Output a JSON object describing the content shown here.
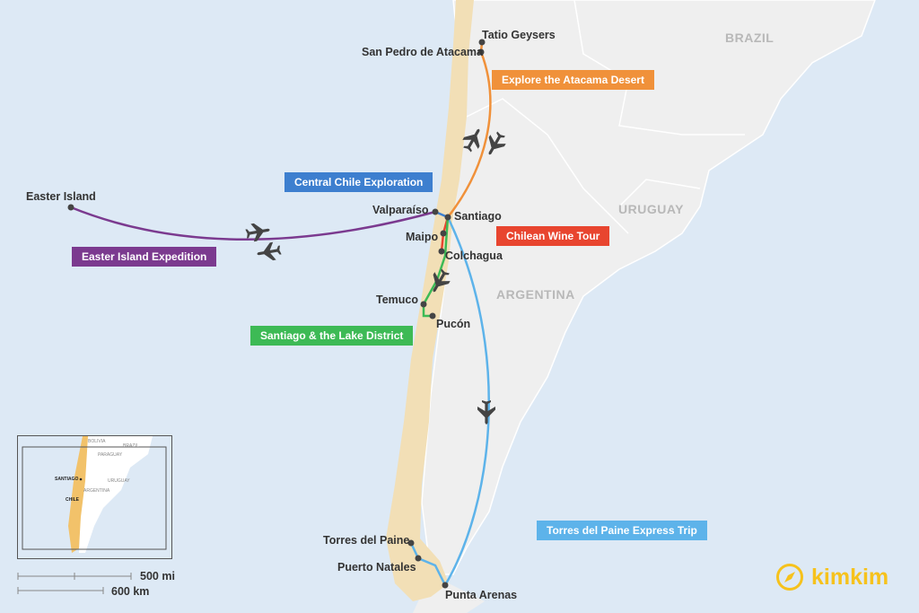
{
  "countries": {
    "brazil": "BRAZIL",
    "uruguay": "URUGUAY",
    "argentina": "ARGENTINA"
  },
  "places": {
    "tatio": "Tatio Geysers",
    "san_pedro": "San Pedro de Atacama",
    "easter_island": "Easter Island",
    "valparaiso": "Valparaíso",
    "santiago": "Santiago",
    "maipo": "Maipo",
    "colchagua": "Colchagua",
    "temuco": "Temuco",
    "pucon": "Pucón",
    "torres": "Torres del Paine",
    "puerto_natales": "Puerto Natales",
    "punta_arenas": "Punta Arenas"
  },
  "routes": {
    "atacama": {
      "label": "Explore the Atacama Desert",
      "color": "#f0913a"
    },
    "central": {
      "label": "Central Chile Exploration",
      "color": "#3d7fcf"
    },
    "wine": {
      "label": "Chilean Wine Tour",
      "color": "#e8452f"
    },
    "easter": {
      "label": "Easter Island Expedition",
      "color": "#7b3a8f"
    },
    "lakes": {
      "label": "Santiago & the Lake District",
      "color": "#3dba55"
    },
    "torres": {
      "label": "Torres del Paine Express Trip",
      "color": "#5db3ea"
    }
  },
  "inset": {
    "bolivia": "BOLIVIA",
    "brazil": "BRAZIL",
    "paraguay": "PARAGUAY",
    "santiago": "SANTIAGO",
    "uruguay": "URUGUAY",
    "argentina": "ARGENTINA",
    "chile": "CHILE"
  },
  "scale": {
    "miles": "500 mi",
    "km": "600 km"
  },
  "logo": {
    "name": "kimkim",
    "color": "#f6c21c"
  }
}
